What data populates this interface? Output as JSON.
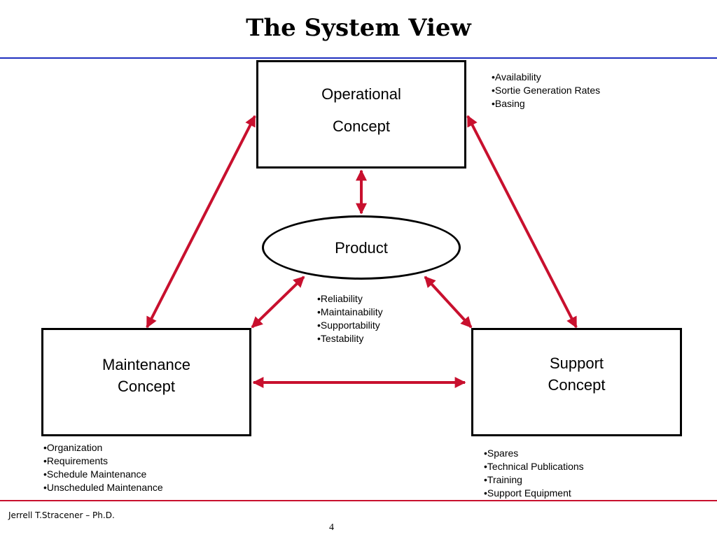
{
  "title": "The System View",
  "nodes": {
    "operational": {
      "line1": "Operational",
      "line2": "Concept"
    },
    "product": {
      "label": "Product"
    },
    "maintenance": {
      "line1": "Maintenance",
      "line2": "Concept"
    },
    "support": {
      "line1": "Support",
      "line2": "Concept"
    }
  },
  "bullets": {
    "operational": [
      "Availability",
      "Sortie Generation Rates",
      "Basing"
    ],
    "product": [
      "Reliability",
      "Maintainability",
      "Supportability",
      "Testability"
    ],
    "maintenance": [
      "Organization",
      "Requirements",
      "Schedule Maintenance",
      "Unscheduled Maintenance"
    ],
    "support": [
      "Spares",
      "Technical Publications",
      "Training",
      "Support Equipment"
    ]
  },
  "connections": [
    {
      "from": "operational",
      "to": "maintenance",
      "bidirectional": true
    },
    {
      "from": "operational",
      "to": "support",
      "bidirectional": true
    },
    {
      "from": "operational",
      "to": "product",
      "bidirectional": true
    },
    {
      "from": "product",
      "to": "maintenance",
      "bidirectional": true
    },
    {
      "from": "product",
      "to": "support",
      "bidirectional": true
    },
    {
      "from": "maintenance",
      "to": "support",
      "bidirectional": true
    }
  ],
  "colors": {
    "arrow": "#c8102e",
    "top_rule": "#1f2fbf",
    "bottom_rule": "#c8102e"
  },
  "footer": {
    "author": "Jerrell T.Stracener – Ph.D.",
    "page": "4"
  }
}
